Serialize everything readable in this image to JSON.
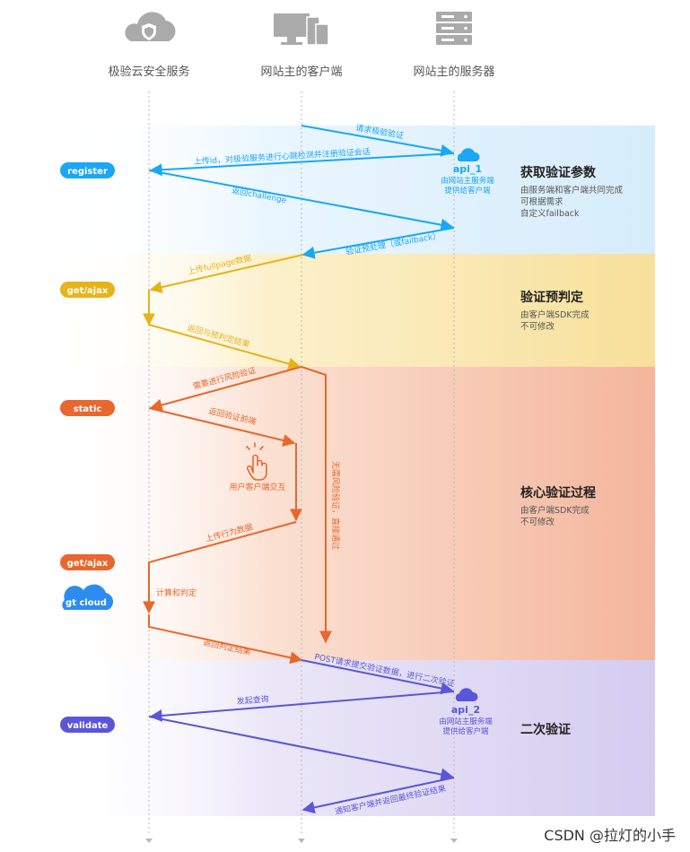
{
  "actors": [
    {
      "name": "极验云安全服务",
      "icon": "cloud-shield-icon"
    },
    {
      "name": "网站主的客户端",
      "icon": "desktop-devices-icon"
    },
    {
      "name": "网站主的服务器",
      "icon": "server-rack-icon"
    }
  ],
  "sections": [
    {
      "title": "获取验证参数",
      "desc": [
        "由服务端和客户端共同完成",
        "可根据需求",
        "自定义failback"
      ],
      "color": "#dcefff"
    },
    {
      "title": "验证预判定",
      "desc": [
        "由客户端SDK完成",
        "不可修改"
      ],
      "color": "#f8e6a8"
    },
    {
      "title": "核心验证过程",
      "desc": [
        "由客户端SDK完成",
        "不可修改"
      ],
      "color": "#f7c6b0"
    },
    {
      "title": "二次验证",
      "desc": [],
      "color": "#dcd6f2"
    }
  ],
  "pills": {
    "register": "register",
    "get_ajax_1": "get/ajax",
    "static": "static",
    "get_ajax_2": "get/ajax",
    "gt_cloud": "gt cloud",
    "validate": "validate"
  },
  "messages": {
    "m1": "请求极验验证",
    "m2": "上传id，对极验服务进行心跳检测并注册验证会话",
    "m3": "返回challenge",
    "m4": "验证预处理（或failback）",
    "m5": "上传fullpage数据",
    "m6": "返回与预判定结果",
    "m7": "需要进行风险验证",
    "m8": "返回验证前端",
    "m9": "上传行为数据",
    "m10": "计算和判定",
    "m11": "返回判定结果",
    "m12": "无需风险验证，直接通过",
    "m13": "POST请求提交验证数据，进行二次验证",
    "m14": "发起查询",
    "m15": "通知客户端并返回最终验证结果",
    "interaction": "用户客户端交互"
  },
  "apis": {
    "api1": {
      "name": "api_1",
      "desc": [
        "由网站主服务端",
        "提供给客户端"
      ]
    },
    "api2": {
      "name": "api_2",
      "desc": [
        "由网站主服务端",
        "提供给客户端"
      ]
    }
  },
  "colors": {
    "blue": "#1aa7f5",
    "yellow": "#e8b21a",
    "orange": "#e8672d",
    "purple": "#5a56d6"
  },
  "watermark": "CSDN @拉灯的小手"
}
